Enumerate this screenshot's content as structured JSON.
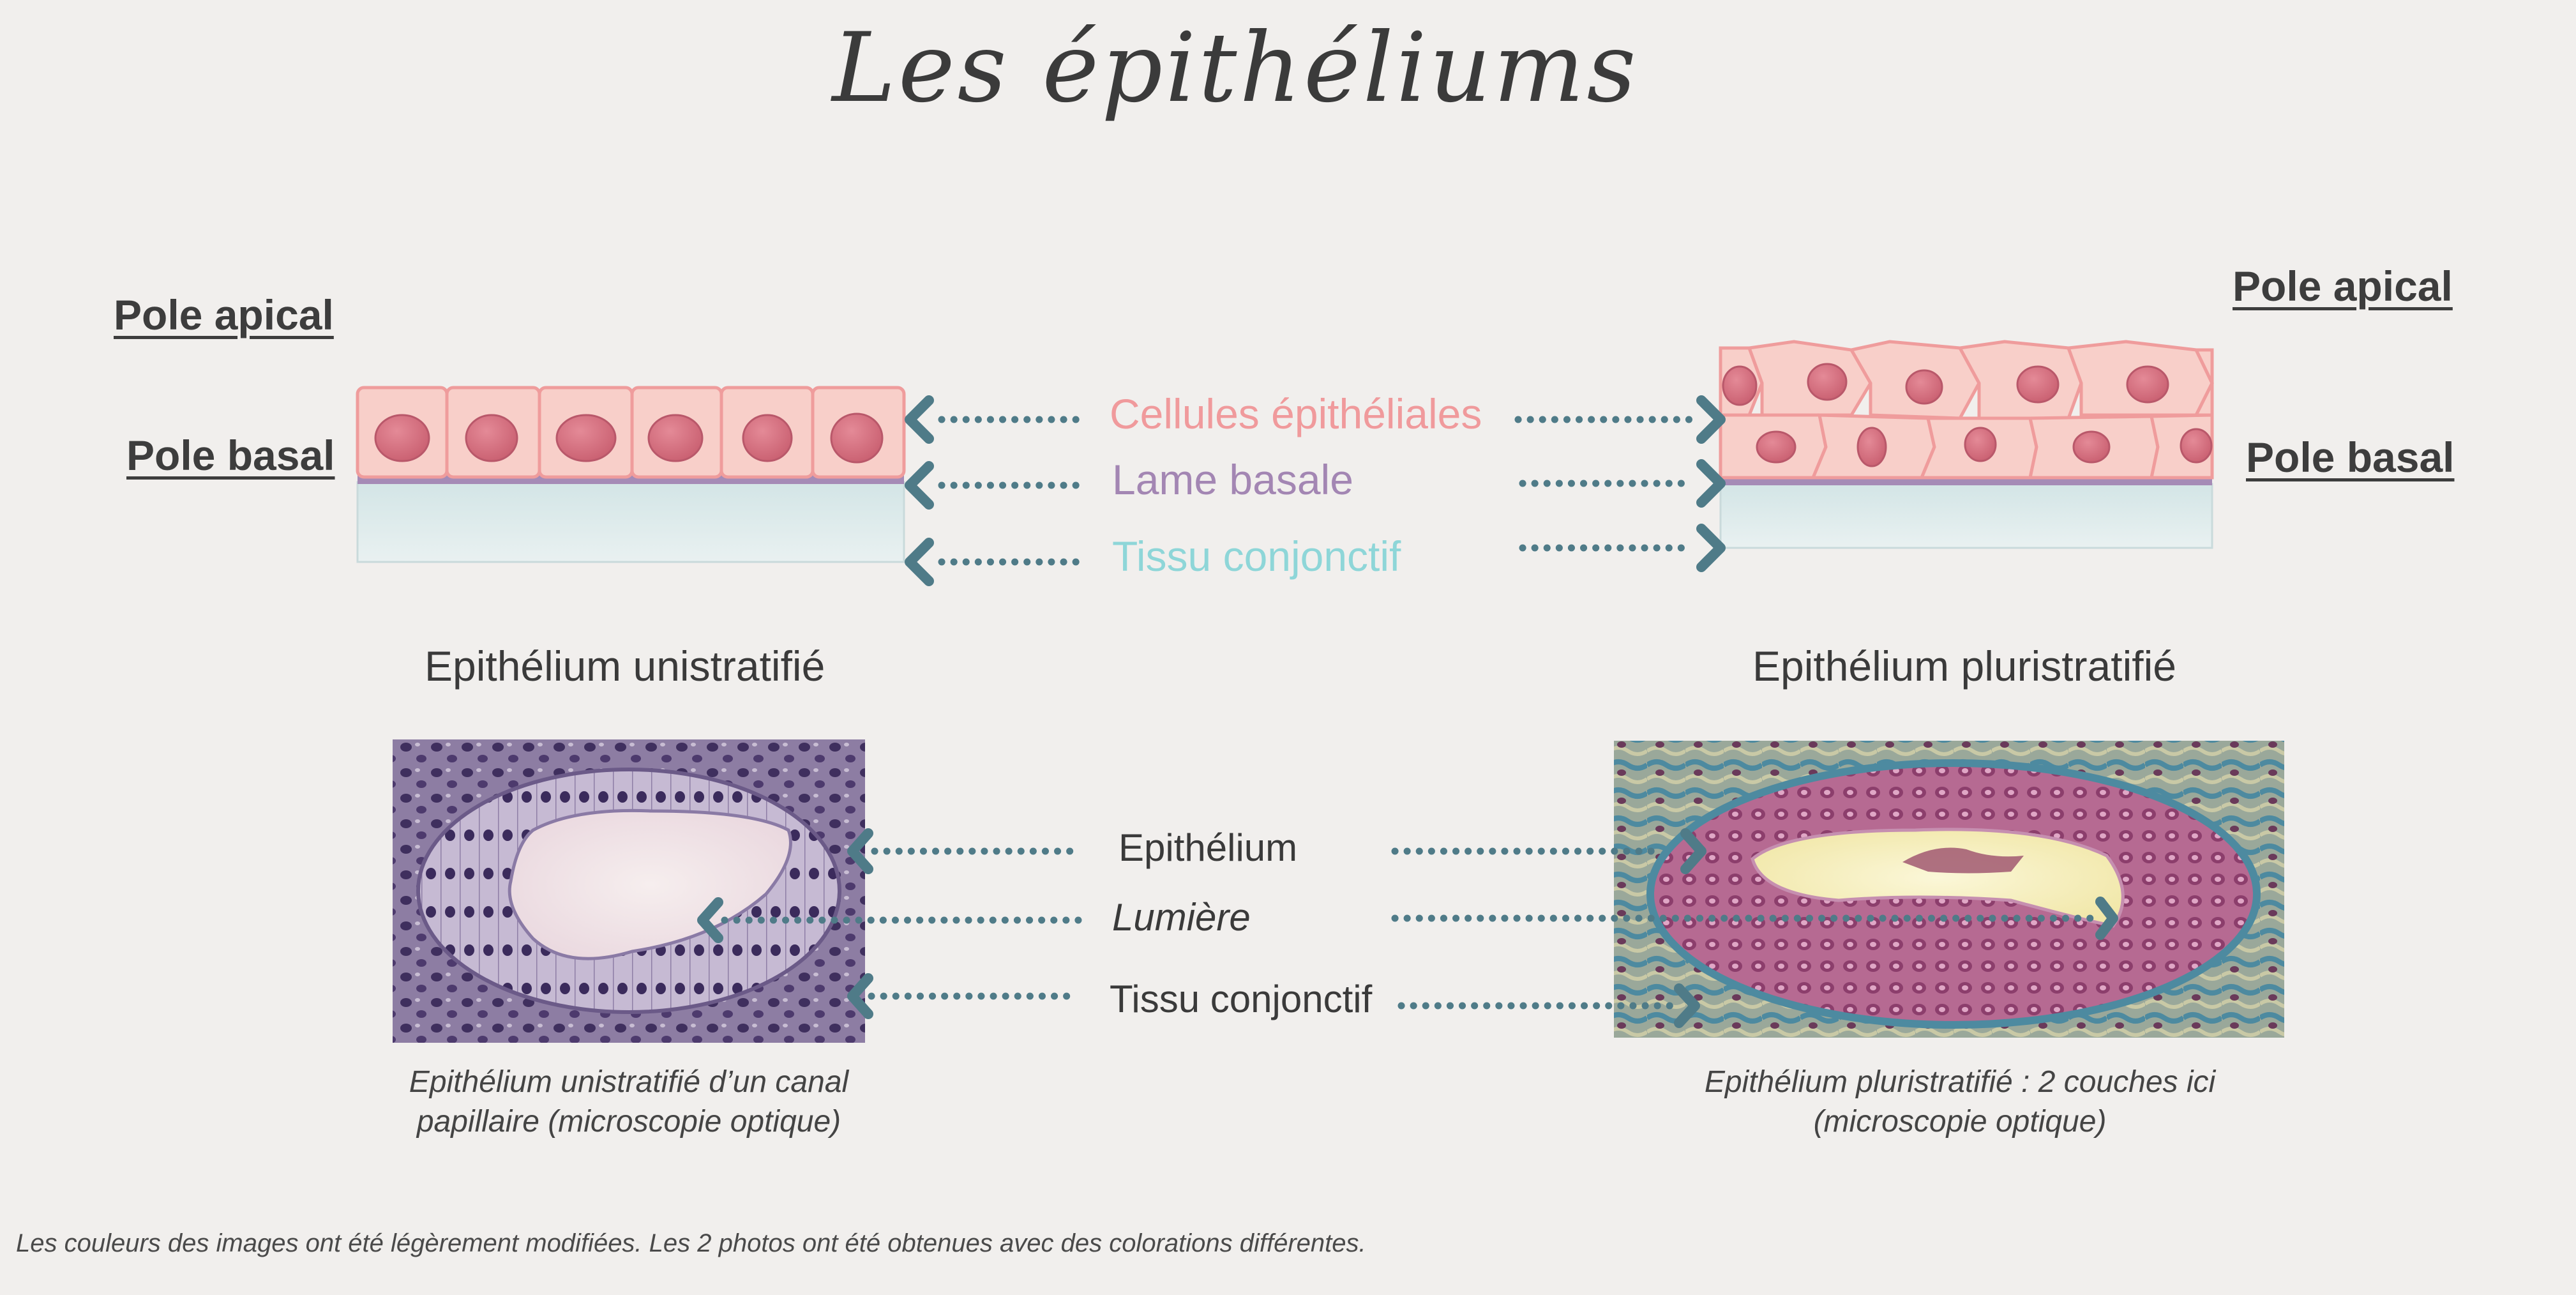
{
  "title": "Les épithéliums",
  "left_diagram": {
    "pole_apical": "Pole apical",
    "pole_basal": "Pole basal",
    "subtitle": "Epithélium unistratifié"
  },
  "right_diagram": {
    "pole_apical": "Pole apical",
    "pole_basal": "Pole basal",
    "subtitle": "Epithélium pluristratifié"
  },
  "diagram_labels": {
    "cells": "Cellules épithéliales",
    "basal_lamina": "Lame basale",
    "connective": "Tissu conjonctif"
  },
  "photo_labels": {
    "epithelium": "Epithélium",
    "lumen": "Lumière",
    "connective": "Tissu conjonctif"
  },
  "captions": {
    "left_line1": "Epithélium unistratifié d’un canal",
    "left_line2": "papillaire (microscopie optique)",
    "right_line1": "Epithélium pluristratifié : 2 couches ici",
    "right_line2": "(microscopie optique)"
  },
  "footnote": "Les couleurs des images ont été légèrement modifiées. Les 2 photos ont été obtenues avec des colorations différentes.",
  "colors": {
    "background": "#f1efed",
    "cell_fill": "#f8cfc9",
    "nucleus": "#d9707e",
    "basal_lamina": "#a58bb6",
    "connective": "#dde9ea",
    "arrow": "#4f7b88",
    "cells_label": "#f09a9c",
    "lamina_label": "#a386b3",
    "connective_label": "#8ed6d8"
  }
}
